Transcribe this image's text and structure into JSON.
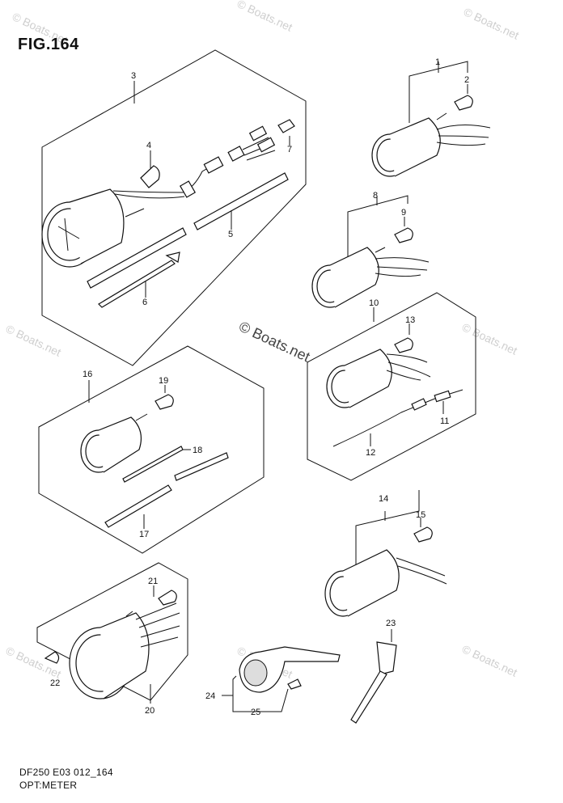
{
  "figure": {
    "title": "FIG.164",
    "model_code": "DF250 E03 012_164",
    "section_name": "OPT:METER"
  },
  "watermark": {
    "corner_text": "© Boats.net",
    "center_text": "© Boats.net"
  },
  "callouts": {
    "c1": "1",
    "c2": "2",
    "c3": "3",
    "c4": "4",
    "c5": "5",
    "c6": "6",
    "c7": "7",
    "c8": "8",
    "c9": "9",
    "c10": "10",
    "c11": "11",
    "c12": "12",
    "c13": "13",
    "c14": "14",
    "c15": "15",
    "c16": "16",
    "c17": "17",
    "c18": "18",
    "c19": "19",
    "c20": "20",
    "c21": "21",
    "c22": "22",
    "c23": "23",
    "c24": "24",
    "c25": "25"
  }
}
